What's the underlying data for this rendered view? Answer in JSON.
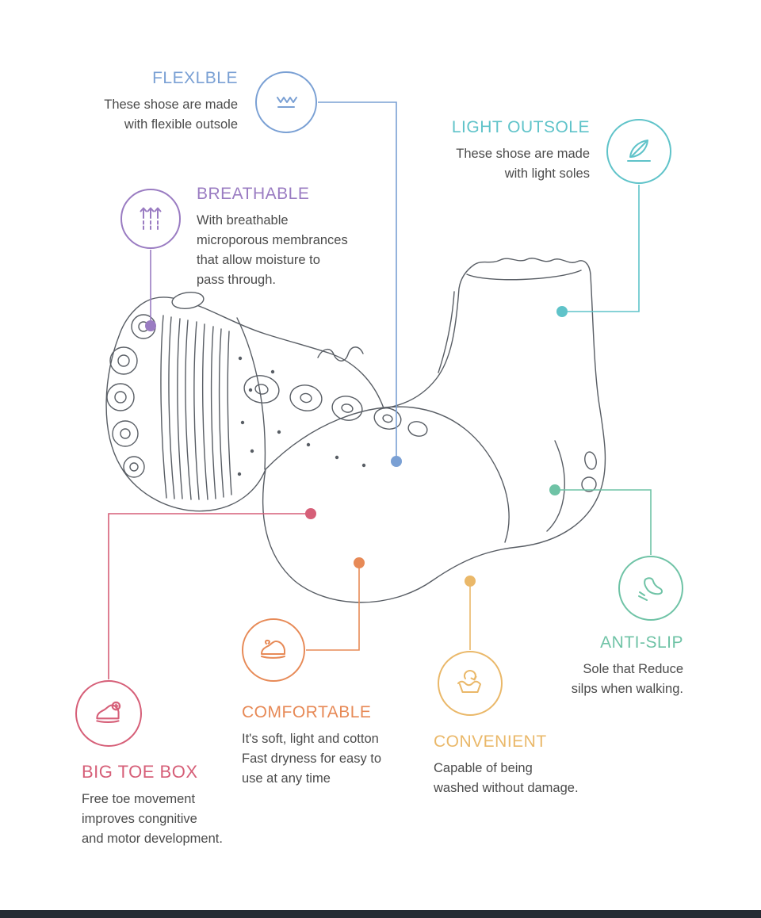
{
  "illustration": {
    "subject": "baby sock-shoe line drawing with feature callouts"
  },
  "features": {
    "flexible": {
      "title": "FLEXLBLE",
      "desc": "These shose are made\nwith flexible outsole",
      "color": "#7aa0d4",
      "icon": "flexible-wave-icon"
    },
    "light_outsole": {
      "title": "LIGHT OUTSOLE",
      "desc": "These shose are made\nwith light soles",
      "color": "#5fc3c9",
      "icon": "feather-icon"
    },
    "breathable": {
      "title": "BREATHABLE",
      "desc": "With breathable\nmicroporous membrances\nthat allow moisture to\npass through.",
      "color": "#9a7cc2",
      "icon": "breathe-arrows-icon"
    },
    "anti_slip": {
      "title": "ANTI-SLIP",
      "desc": "Sole that Reduce\nsilps when walking.",
      "color": "#6fc3a6",
      "icon": "anti-slip-foot-icon"
    },
    "comfortable": {
      "title": "COMFORTABLE",
      "desc": "It's soft, light and cotton\nFast dryness for easy to\nuse at any time",
      "color": "#e78a57",
      "icon": "soft-shoe-icon"
    },
    "convenient": {
      "title": "CONVENIENT",
      "desc": "Capable of being\nwashed without damage.",
      "color": "#eab869",
      "icon": "wash-icon"
    },
    "big_toe_box": {
      "title": "BIG TOE BOX",
      "desc": "Free toe movement\nimproves congnitive\nand motor development.",
      "color": "#d65f78",
      "icon": "toe-box-shoe-icon"
    }
  },
  "footer": {
    "bar_color": "#262b33"
  }
}
